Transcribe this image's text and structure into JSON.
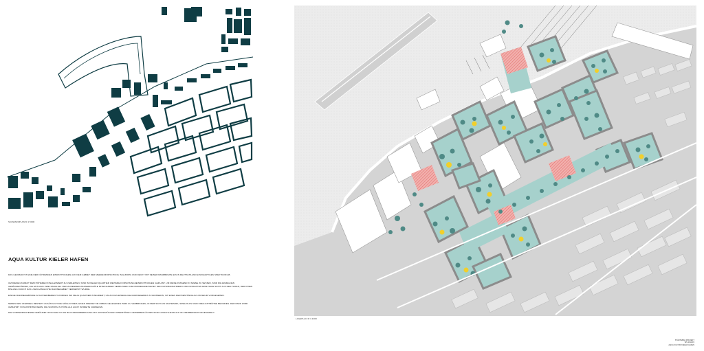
{
  "left_panel": {
    "scale_label": "SCHWARZPLAN M 1:5000",
    "title": "AQUA KULTUR KIELER HAFEN",
    "paragraphs": [
      "DAS GEOMAR IST EINE DER FÜHRENDEN EINRICHTUNGEN AUF DEM GEBIET DER MEERESFORSCHUNG IN EUROPA UND DECKT MIT SEINER BANDBREITE EIN IN DEUTSCHLAND EINZIGARTIGES SPEKTRUM AB.",
      "UM DIESEN ASPEKT DEM HÖHEREN STELLENWERT ZU VERLEIHEN, SIND IM KIELER QUARTIER WEITERE FORSCHUNGSEINRICHTUNGEN GEPLANT. UM DIESE PASSEND IN SZENE ZU SETZEN, SIND DIE EINZELNEN GEBÄUDEKÖRPER, DIE ENTLANG ZWEI PARALLEL VERLAUFENDER WASSERKANÄLE MITEINANDER VERBUNDEN. DIE PROMENADE BIETET DEN FAHRRADFAHRERN UND PASSANTEN EINE NEUE SICHT AUF DEN HAFEN, DER IHNEN BISLANG DURCH DAS UNZUGÄNGLICHE MARINEGEBIET VERWEHRT WURDE.",
      "EINIGE MARINEGEBÄUDE IM AUSSENBEREICH WURDEN INS NEUE QUARTIER INTEGRIERT, UM AN DAS EHEMALIGE MARINEGEBIET ZU ERINNERN, IST EINES DER BESTÄNDE ALS MUSEUM VORGESEHEN.",
      "NEBEN DEM UFERWEG BESTEHT ZUSÄTZLICH DIE MÖGLICHKEIT, EINEN FREIZEIT IM URBAN GELEGENEN PARK ZU VERBRINGEN, IN DEM SICH EIN SKATEPARK, SPIELPLATZ UND FREILICHTBÜHNE BEFINDEN. DER PARK WIRD UMRAHMT VON WOHNHÄUSERN, DIE SOWOHL IN HÖHE ALS AUCH IN BREITE VARIIEREN.",
      "DIE VORHERRSCHENDE GEBÄUDETYPOLOGIE IST DIE BLOCKRANDBEBAUUNG MIT GROSSZÜGIGEN INNENHÖFEN. GEWERBEFLÄCHEN SIND AUSSCHLIESSLICH IM UFERBEREICH ANGESIEDELT."
    ]
  },
  "right_panel": {
    "scale_label": "LAGEPLAN M 1:1000"
  },
  "credits": [
    "STÄDTEBAU PROJEKT",
    "WS 2014/15",
    "AQUA KULTUR KIELER HAFEN"
  ],
  "colors": {
    "figure_ground": "#0f3d44",
    "ground": "#d4d4d4",
    "block": "#a9a9a9",
    "water": "#ececec",
    "courtyard": "#a6d1cc",
    "tree": "#4f8a86",
    "accent_yellow": "#f2cf2a",
    "accent_pink": "#e8a09f"
  }
}
